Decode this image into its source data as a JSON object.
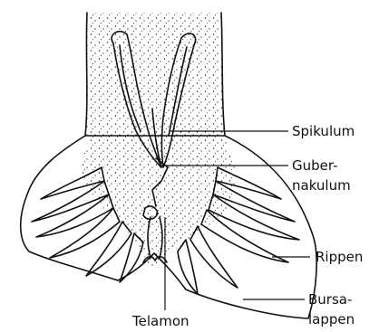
{
  "labels": {
    "spikulum": "Spikulum",
    "gubernakulum_line1": "Guber-",
    "gubernakulum_line2": "nakulum",
    "rippen": "Rippen",
    "bursalappen_line1": "Bursa-",
    "bursalappen_line2": "lappen",
    "telamon": "Telamon"
  }
}
